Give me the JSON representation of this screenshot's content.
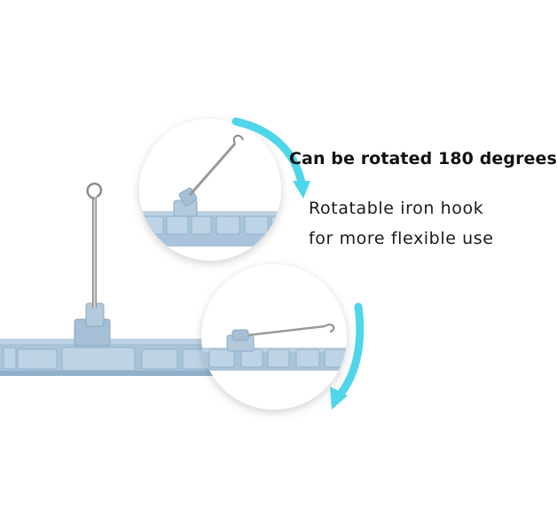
{
  "headline": "Can be rotated 180 degrees",
  "description": {
    "line1": "Rotatable iron hook",
    "line2": "for more flexible use"
  },
  "colors": {
    "tray": "#a9c4da",
    "tray_shadow": "#8fb0cb",
    "arrow": "#4fd6ea",
    "hook": "#9a9a9a"
  }
}
